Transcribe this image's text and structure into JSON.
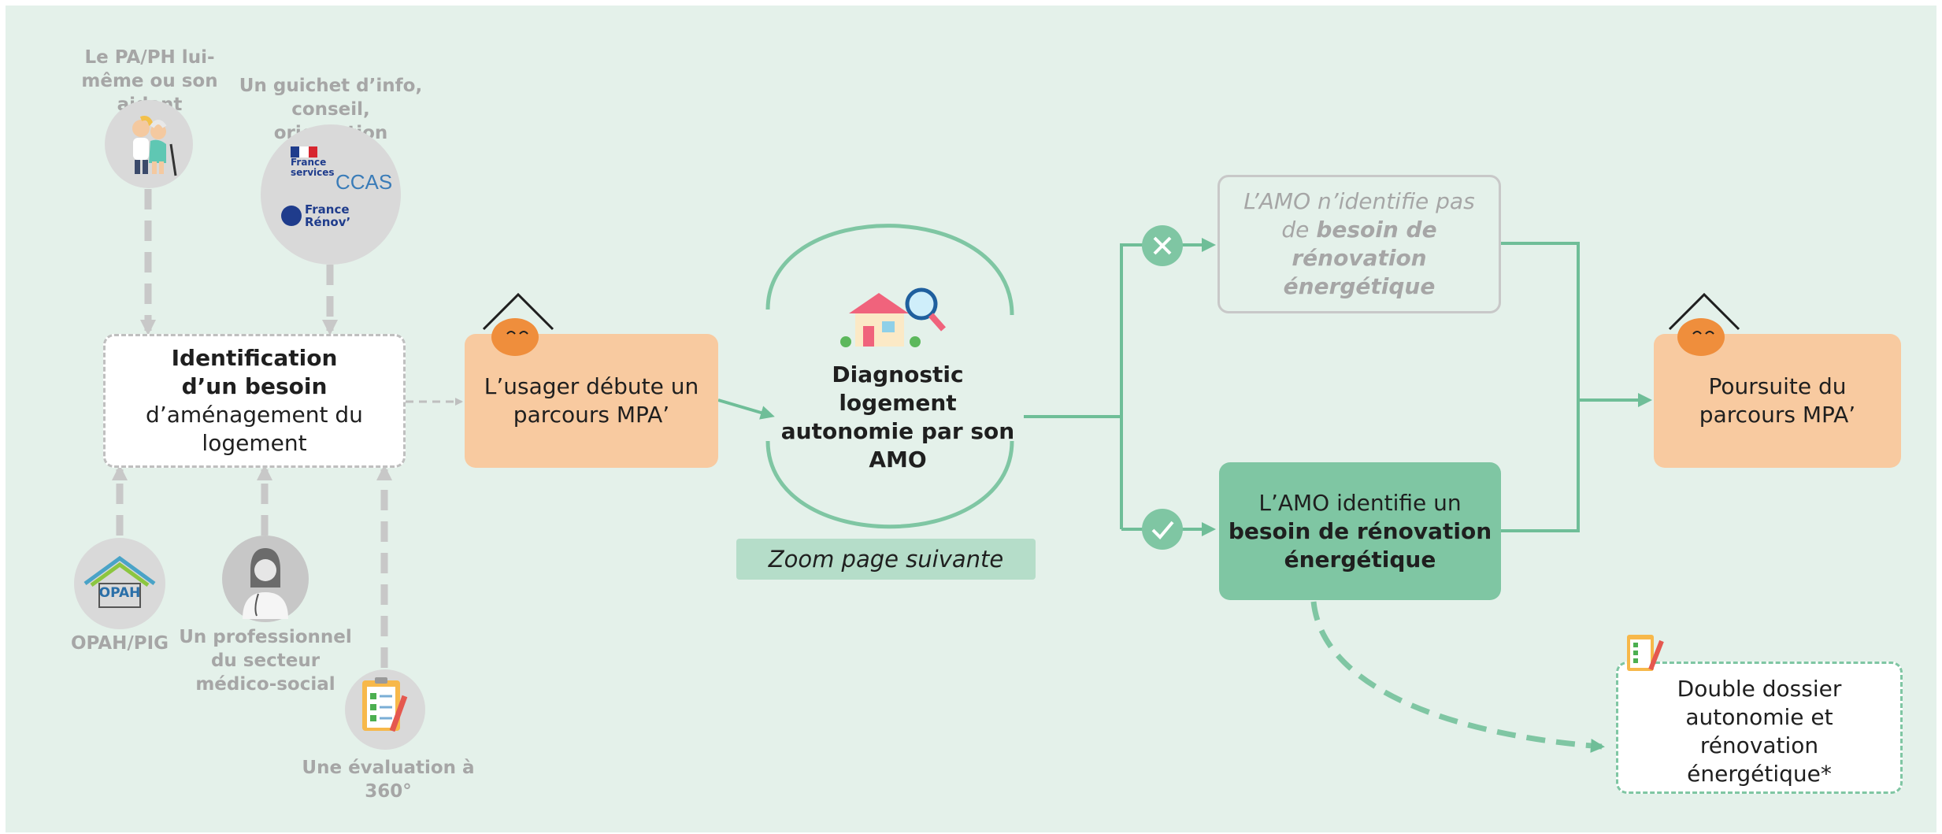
{
  "sources_top": {
    "aidant_label": "Le PA/PH lui-même ou son aidant",
    "guichet_label": "Un guichet d’info, conseil, orientation",
    "logo_france_services": "France services",
    "logo_ccas": "CCAS",
    "logo_france_renov": "France Rénov’"
  },
  "sources_bottom": {
    "opah_label": "OPAH/PIG",
    "opah_logo_text": "OPAH",
    "pro_label": "Un professionnel du secteur médico-social",
    "eval_label": "Une évaluation à 360°"
  },
  "identification": {
    "line1": "Identification",
    "line2": "d’un besoin",
    "line3": "d’aménagement du",
    "line4": "logement"
  },
  "usager": {
    "line1": "L’usager débute un",
    "line2": "parcours MPA’"
  },
  "diagnostic": {
    "line1": "Diagnostic",
    "line2": "logement",
    "line3": "autonomie par son",
    "line4": "AMO",
    "zoom": "Zoom page suivante"
  },
  "no_need": {
    "line1": "L’AMO n’identifie pas",
    "line2_a": "de ",
    "line2_b": "besoin de",
    "line3": "rénovation",
    "line4": "énergétique"
  },
  "need": {
    "line1": "L’AMO identifie un",
    "line2": "besoin de rénovation",
    "line3": "énergétique"
  },
  "poursuite": {
    "line1": "Poursuite du",
    "line2": "parcours MPA’"
  },
  "double": {
    "line1": "Double dossier",
    "line2": "autonomie et",
    "line3": "rénovation",
    "line4": "énergétique*"
  },
  "colors": {
    "background": "#e4f1ea",
    "orange_box": "#f8caa0",
    "green_dark": "#7fc6a3",
    "green_line": "#6fbe98",
    "grey_dash": "#bfbfbf",
    "grey_text": "#a6a6a6",
    "zoom_fill": "#b5ddc9"
  },
  "icons": [
    "elderly-couple-icon",
    "doctor-icon",
    "checklist-icon",
    "house-magnifier-icon",
    "mascot-icon",
    "cross-icon",
    "check-icon"
  ]
}
